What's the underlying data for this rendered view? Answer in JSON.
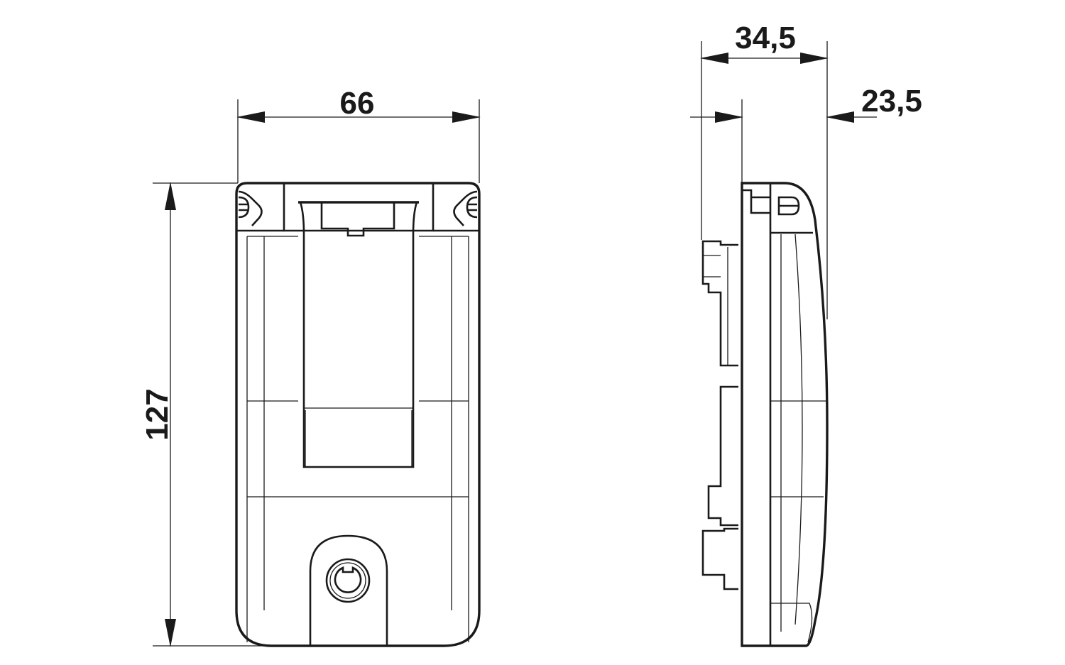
{
  "dimensions": {
    "front_width": "66",
    "front_height": "127",
    "side_depth_total": "34,5",
    "side_depth_cover": "23,5"
  },
  "colors": {
    "line": "#1a1a1a",
    "background": "#ffffff"
  }
}
